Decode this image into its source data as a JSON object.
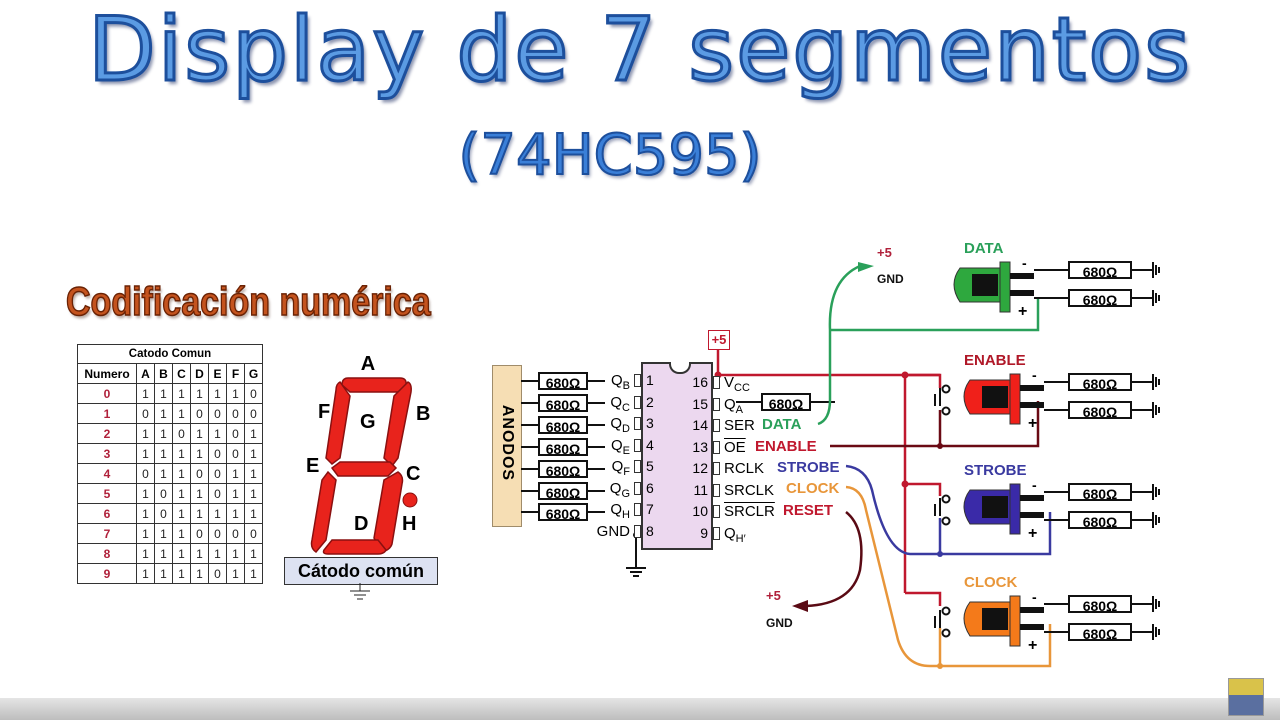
{
  "title": "Display de 7 segmentos",
  "subtitle": "(74HC595)",
  "section_heading": "Codificación numérica",
  "truth_table": {
    "caption": "Catodo Comun",
    "headers": [
      "Numero",
      "A",
      "B",
      "C",
      "D",
      "E",
      "F",
      "G"
    ],
    "rows": [
      {
        "n": "0",
        "bits": [
          "1",
          "1",
          "1",
          "1",
          "1",
          "1",
          "0"
        ]
      },
      {
        "n": "1",
        "bits": [
          "0",
          "1",
          "1",
          "0",
          "0",
          "0",
          "0"
        ]
      },
      {
        "n": "2",
        "bits": [
          "1",
          "1",
          "0",
          "1",
          "1",
          "0",
          "1"
        ]
      },
      {
        "n": "3",
        "bits": [
          "1",
          "1",
          "1",
          "1",
          "0",
          "0",
          "1"
        ]
      },
      {
        "n": "4",
        "bits": [
          "0",
          "1",
          "1",
          "0",
          "0",
          "1",
          "1"
        ]
      },
      {
        "n": "5",
        "bits": [
          "1",
          "0",
          "1",
          "1",
          "0",
          "1",
          "1"
        ]
      },
      {
        "n": "6",
        "bits": [
          "1",
          "0",
          "1",
          "1",
          "1",
          "1",
          "1"
        ]
      },
      {
        "n": "7",
        "bits": [
          "1",
          "1",
          "1",
          "0",
          "0",
          "0",
          "0"
        ]
      },
      {
        "n": "8",
        "bits": [
          "1",
          "1",
          "1",
          "1",
          "1",
          "1",
          "1"
        ]
      },
      {
        "n": "9",
        "bits": [
          "1",
          "1",
          "1",
          "1",
          "0",
          "1",
          "1"
        ]
      }
    ]
  },
  "seven_segment": {
    "segment_labels": {
      "a": "A",
      "b": "B",
      "c": "C",
      "d": "D",
      "e": "E",
      "f": "F",
      "g": "G",
      "h": "H"
    },
    "cathode_label": "Cátodo común",
    "segment_color": "#e8231c"
  },
  "circuit": {
    "anodes_label": "ANODOS",
    "resistor_value": "680Ω",
    "chip": {
      "left_pins": [
        {
          "name": "QB",
          "sub": "B",
          "base": "Q",
          "num": "1"
        },
        {
          "name": "QC",
          "sub": "C",
          "base": "Q",
          "num": "2"
        },
        {
          "name": "QD",
          "sub": "D",
          "base": "Q",
          "num": "3"
        },
        {
          "name": "QE",
          "sub": "E",
          "base": "Q",
          "num": "4"
        },
        {
          "name": "QF",
          "sub": "F",
          "base": "Q",
          "num": "5"
        },
        {
          "name": "QG",
          "sub": "G",
          "base": "Q",
          "num": "6"
        },
        {
          "name": "QH",
          "sub": "H",
          "base": "Q",
          "num": "7"
        },
        {
          "name": "GND",
          "sub": "",
          "base": "GND",
          "num": "8"
        }
      ],
      "right_pins": [
        {
          "num": "16",
          "base": "V",
          "sub": "CC"
        },
        {
          "num": "15",
          "base": "Q",
          "sub": "A"
        },
        {
          "num": "14",
          "base": "SER",
          "sub": ""
        },
        {
          "num": "13",
          "base": "OE",
          "sub": ""
        },
        {
          "num": "12",
          "base": "RCLK",
          "sub": ""
        },
        {
          "num": "11",
          "base": "SRCLK",
          "sub": ""
        },
        {
          "num": "10",
          "base": "SRCLR",
          "sub": ""
        },
        {
          "num": "9",
          "base": "Q",
          "sub": "H′"
        }
      ]
    },
    "supply_label": "+5",
    "gnd_label": "GND",
    "signals": [
      {
        "label": "DATA",
        "color": "#2aa05a"
      },
      {
        "label": "ENABLE",
        "color": "#c0182e"
      },
      {
        "label": "STROBE",
        "color": "#3a3aa0"
      },
      {
        "label": "CLOCK",
        "color": "#e8963a"
      },
      {
        "label": "RESET",
        "color": "#c0182e"
      }
    ],
    "led_modules": [
      {
        "label": "DATA",
        "color": "#2aa05a",
        "led_color": "#2ea83e"
      },
      {
        "label": "ENABLE",
        "color": "#b01828",
        "led_color": "#f0201a"
      },
      {
        "label": "STROBE",
        "color": "#3a3aa0",
        "led_color": "#3a2aa8"
      },
      {
        "label": "CLOCK",
        "color": "#e8963a",
        "led_color": "#f47a1a"
      }
    ],
    "minus": "-",
    "plus": "+"
  }
}
